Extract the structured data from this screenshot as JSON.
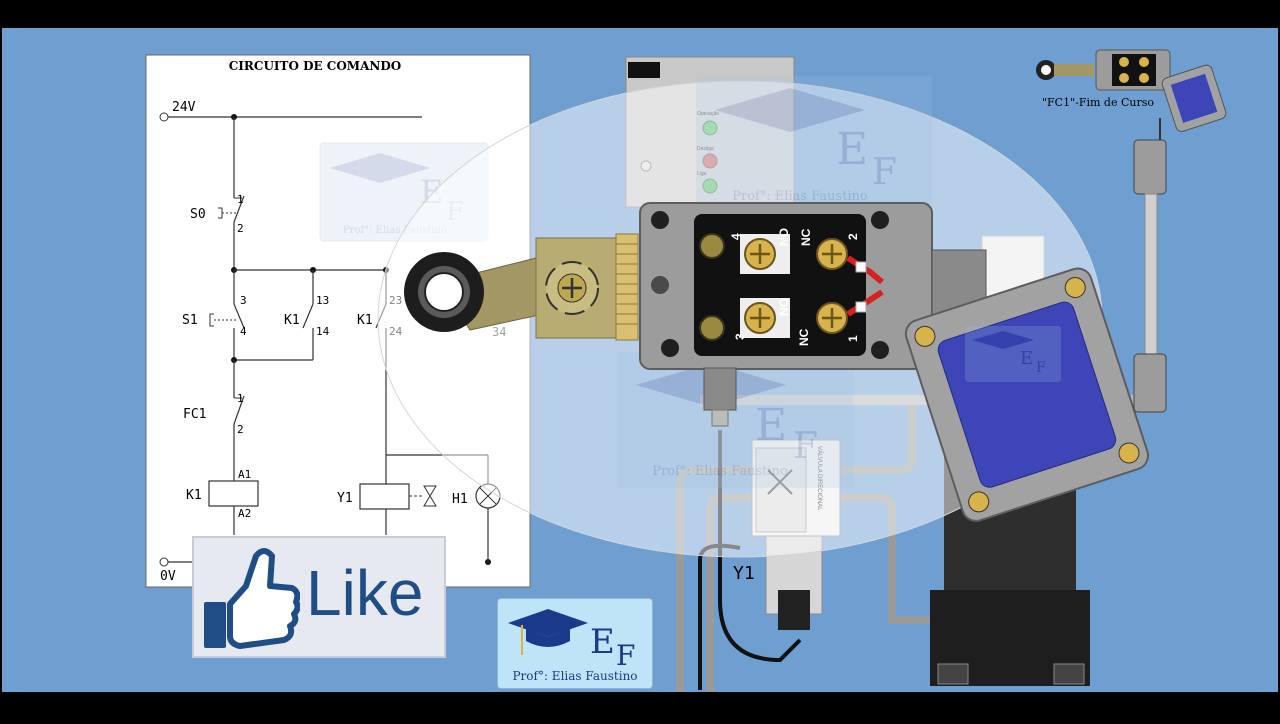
{
  "colors": {
    "background": "#6f9fd0",
    "panel": "#ffffff",
    "housing": "#9a9a9a",
    "brass": "#c8a84a",
    "like_blue": "#1f4d86"
  },
  "circuit": {
    "title": "CIRCUITO DE COMANDO",
    "supply_top": "24V",
    "supply_bottom": "0V",
    "s0": {
      "name": "S0",
      "t1": "1",
      "t2": "2"
    },
    "s1": {
      "name": "S1",
      "t1": "3",
      "t2": "4"
    },
    "k1_hold": {
      "name": "K1",
      "t1": "13",
      "t2": "14"
    },
    "k1_aux": {
      "name": "K1",
      "t1": "23",
      "t2": "24"
    },
    "fc1": {
      "name": "FC1",
      "t1": "1",
      "t2": "2"
    },
    "k1_coil": {
      "name": "K1",
      "a1": "A1",
      "a2": "A2"
    },
    "y1_coil": {
      "name": "Y1"
    },
    "lamp": {
      "name": "H1"
    },
    "faint_terminal": "34"
  },
  "watermark": {
    "letters": "EF",
    "author": "Prof°: Elias Faustino"
  },
  "panel_lights": {
    "l1": "Operação",
    "l2": "Desliga",
    "l3": "Liga"
  },
  "limit_switch": {
    "t4": "4",
    "no_top": "NO",
    "nc_top": "NC",
    "t2": "2",
    "t3": "3",
    "no_bottom": "NO",
    "nc_bottom": "NC",
    "t1": "1"
  },
  "valve": {
    "label": "Y1",
    "body_text": "VÁLVULA DIRECIONAL"
  },
  "top_right": {
    "caption": "\"FC1\"-Fim de Curso"
  },
  "like": {
    "text": "Like"
  },
  "ef_badge": {
    "letters": "EF",
    "author": "Prof°: Elias Faustino"
  }
}
